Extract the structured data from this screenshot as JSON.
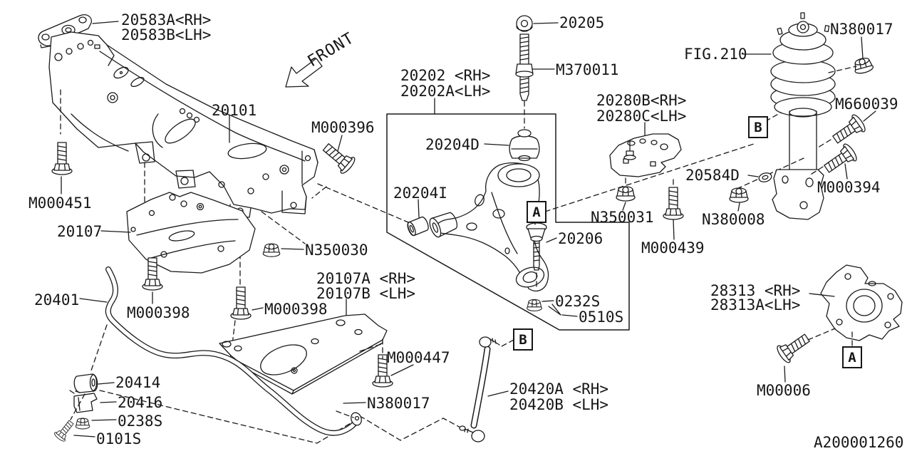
{
  "diagram": {
    "description": "Front suspension exploded parts diagram",
    "figure_code": "A200001260",
    "front_indicator": "FRONT",
    "view_markers": {
      "a": "A",
      "b": "B"
    },
    "colors": {
      "line": "#1a1a1a",
      "background": "#ffffff",
      "text": "#161616"
    },
    "part_labels": [
      {
        "id": "20583A",
        "text": "20583A<RH>"
      },
      {
        "id": "20583B",
        "text": "20583B<LH>"
      },
      {
        "id": "20101",
        "text": "20101"
      },
      {
        "id": "M000396",
        "text": "M000396"
      },
      {
        "id": "M000451",
        "text": "M000451"
      },
      {
        "id": "20107",
        "text": "20107"
      },
      {
        "id": "N350030",
        "text": "N350030"
      },
      {
        "id": "20401",
        "text": "20401"
      },
      {
        "id": "M000398-1",
        "text": "M000398"
      },
      {
        "id": "M000398-2",
        "text": "M000398"
      },
      {
        "id": "20107A",
        "text": "20107A <RH>"
      },
      {
        "id": "20107B",
        "text": "20107B <LH>"
      },
      {
        "id": "M000447",
        "text": "M000447"
      },
      {
        "id": "20414",
        "text": "20414"
      },
      {
        "id": "20416",
        "text": "20416"
      },
      {
        "id": "0238S",
        "text": "0238S"
      },
      {
        "id": "0101S",
        "text": "0101S"
      },
      {
        "id": "N380017-lower",
        "text": "N380017"
      },
      {
        "id": "20202",
        "text": "20202 <RH>"
      },
      {
        "id": "20202A",
        "text": "20202A<LH>"
      },
      {
        "id": "20204D",
        "text": "20204D"
      },
      {
        "id": "20204I",
        "text": "20204I"
      },
      {
        "id": "20206",
        "text": "20206"
      },
      {
        "id": "0232S",
        "text": "0232S"
      },
      {
        "id": "0510S",
        "text": "0510S"
      },
      {
        "id": "20205",
        "text": "20205"
      },
      {
        "id": "M370011",
        "text": "M370011"
      },
      {
        "id": "20280B",
        "text": "20280B<RH>"
      },
      {
        "id": "20280C",
        "text": "20280C<LH>"
      },
      {
        "id": "N350031",
        "text": "N350031"
      },
      {
        "id": "M000439",
        "text": "M000439"
      },
      {
        "id": "FIG210",
        "text": "FIG.210"
      },
      {
        "id": "N380017-upper",
        "text": "N380017"
      },
      {
        "id": "M660039",
        "text": "M660039"
      },
      {
        "id": "M000394",
        "text": "M000394"
      },
      {
        "id": "20584D",
        "text": "20584D"
      },
      {
        "id": "N380008",
        "text": "N380008"
      },
      {
        "id": "28313",
        "text": "28313 <RH>"
      },
      {
        "id": "28313A",
        "text": "28313A<LH>"
      },
      {
        "id": "M00006",
        "text": "M00006"
      },
      {
        "id": "20420A",
        "text": "20420A <RH>"
      },
      {
        "id": "20420B",
        "text": "20420B <LH>"
      }
    ]
  }
}
